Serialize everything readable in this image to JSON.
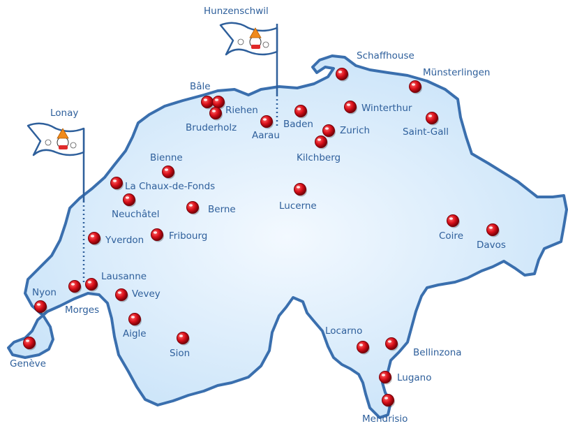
{
  "colors": {
    "land": "#d6ebfb",
    "land_inner": "#eef7fe",
    "border": "#3a6fae",
    "pin": "#d9101a",
    "pin_dark": "#7a0008",
    "label": "#2e5f9b",
    "flag": "#ffffff"
  },
  "flags": [
    {
      "name": "Lonay",
      "icon": "flag-icon"
    },
    {
      "name": "Hunzenschwil",
      "icon": "flag-icon"
    }
  ],
  "cities": [
    {
      "id": "schaffhouse",
      "label": "Schaffhouse"
    },
    {
      "id": "munsterlingen",
      "label": "Münsterlingen"
    },
    {
      "id": "bale",
      "label": "Bâle"
    },
    {
      "id": "riehen",
      "label": "Riehen"
    },
    {
      "id": "bruderholz",
      "label": "Bruderholz"
    },
    {
      "id": "aarau",
      "label": "Aarau"
    },
    {
      "id": "baden",
      "label": "Baden"
    },
    {
      "id": "winterthur",
      "label": "Winterthur"
    },
    {
      "id": "zurich",
      "label": "Zurich"
    },
    {
      "id": "saint-gall",
      "label": "Saint-Gall"
    },
    {
      "id": "kilchberg",
      "label": "Kilchberg"
    },
    {
      "id": "bienne",
      "label": "Bienne"
    },
    {
      "id": "chaux-de-fonds",
      "label": "La Chaux-de-Fonds"
    },
    {
      "id": "neuchatel",
      "label": "Neuchâtel"
    },
    {
      "id": "berne",
      "label": "Berne"
    },
    {
      "id": "lucerne",
      "label": "Lucerne"
    },
    {
      "id": "yverdon",
      "label": "Yverdon"
    },
    {
      "id": "fribourg",
      "label": "Fribourg"
    },
    {
      "id": "coire",
      "label": "Coire"
    },
    {
      "id": "davos",
      "label": "Davos"
    },
    {
      "id": "lausanne",
      "label": "Lausanne"
    },
    {
      "id": "nyon",
      "label": "Nyon"
    },
    {
      "id": "morges",
      "label": "Morges"
    },
    {
      "id": "vevey",
      "label": "Vevey"
    },
    {
      "id": "aigle",
      "label": "Aigle"
    },
    {
      "id": "sion",
      "label": "Sion"
    },
    {
      "id": "geneve",
      "label": "Genève"
    },
    {
      "id": "locarno",
      "label": "Locarno"
    },
    {
      "id": "bellinzona",
      "label": "Bellinzona"
    },
    {
      "id": "lugano",
      "label": "Lugano"
    },
    {
      "id": "mendrisio",
      "label": "Mendrisio"
    }
  ]
}
